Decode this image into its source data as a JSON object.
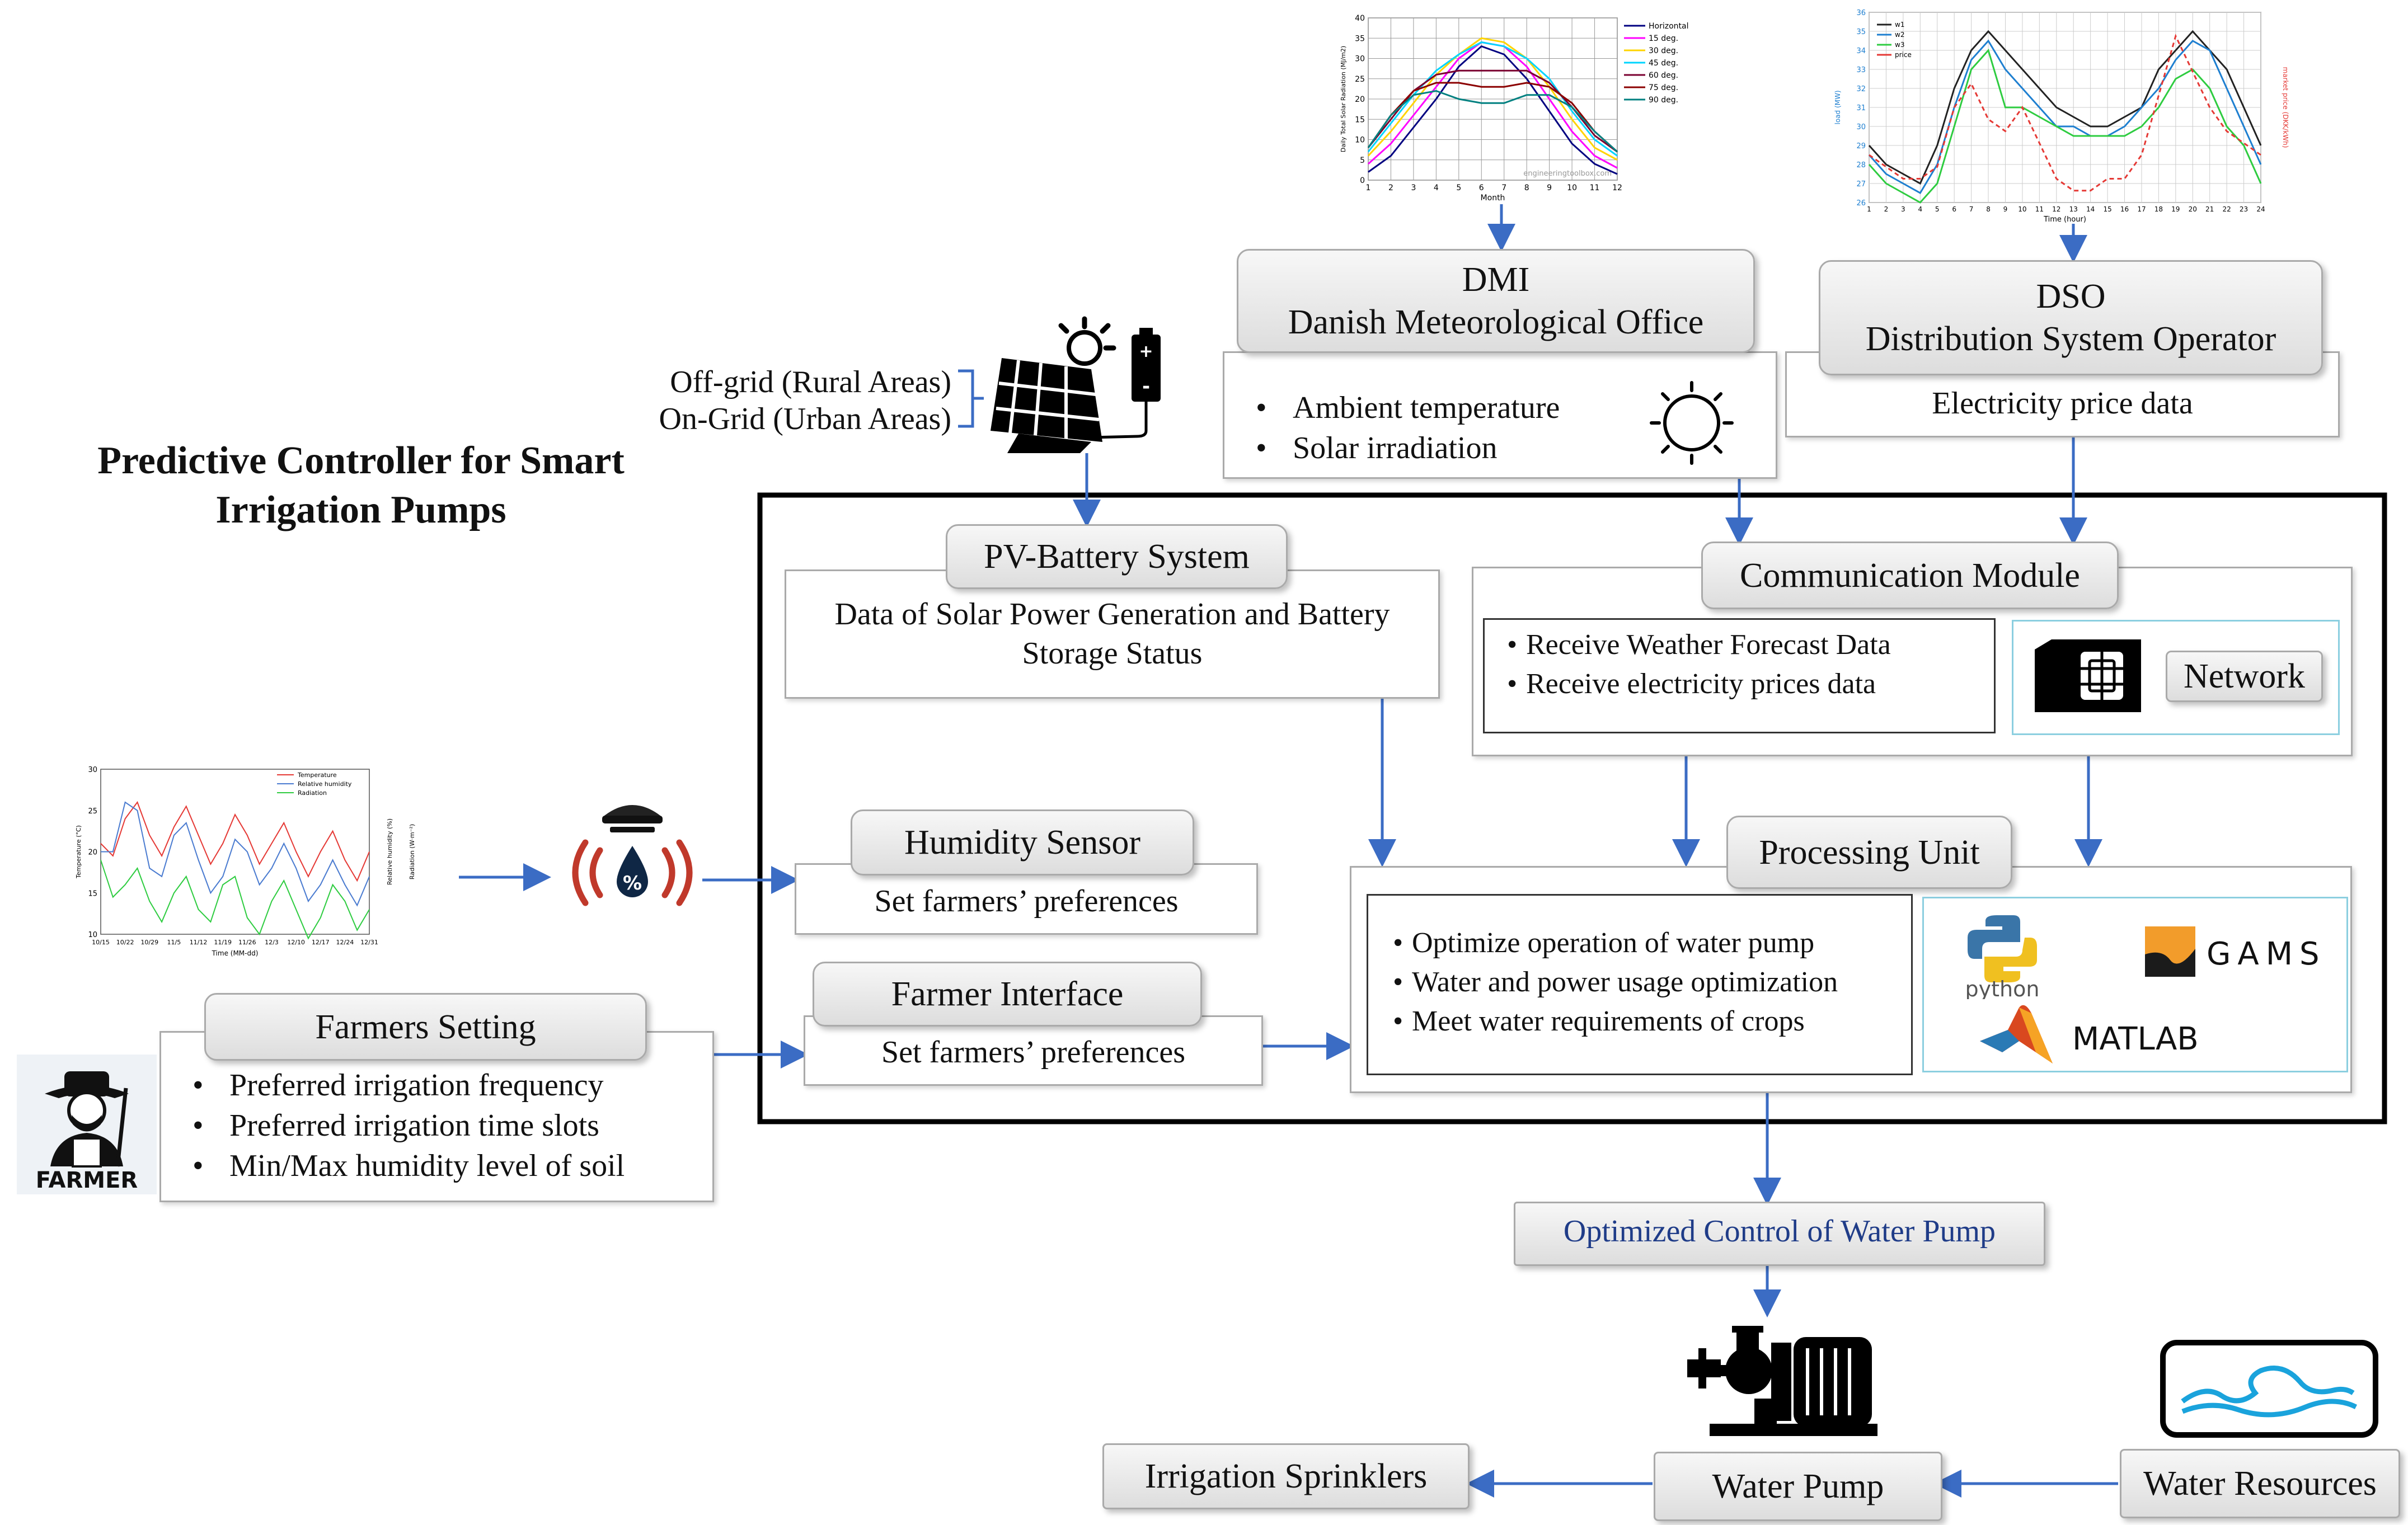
{
  "heading": {
    "line1": "Predictive Controller for Smart",
    "line2": "Irrigation Pumps"
  },
  "grid_modes": {
    "off_grid": "Off-grid (Rural Areas)",
    "on_grid": "On-Grid (Urban Areas)"
  },
  "dmi": {
    "title1": "DMI",
    "title2": "Danish Meteorological Office",
    "items": [
      "Ambient temperature",
      "Solar irradiation"
    ]
  },
  "dso": {
    "title1": "DSO",
    "title2": "Distribution System Operator",
    "text": "Electricity price data"
  },
  "pv": {
    "title": "PV-Battery System",
    "text1": "Data of Solar Power Generation and Battery",
    "text2": "Storage Status"
  },
  "comm": {
    "title": "Communication Module",
    "items": [
      "Receive Weather Forecast Data",
      "Receive electricity prices data"
    ],
    "network": "Network"
  },
  "humidity": {
    "title": "Humidity Sensor",
    "text": "Set farmers’ preferences"
  },
  "farmer_interface": {
    "title": "Farmer Interface",
    "text": "Set farmers’ preferences"
  },
  "processing": {
    "title": "Processing Unit",
    "items": [
      "Optimize operation of water pump",
      "Water and power usage optimization",
      "Meet water requirements of crops"
    ],
    "tools": {
      "python": "python",
      "gams": "GAMS",
      "matlab": "MATLAB"
    }
  },
  "farmers_setting": {
    "title": "Farmers Setting",
    "items": [
      "Preferred irrigation frequency",
      "Preferred irrigation time slots",
      "Min/Max humidity level of soil"
    ],
    "logo": "FARMER"
  },
  "optimized": {
    "text": "Optimized Control of Water Pump"
  },
  "pump": {
    "label": "Water Pump"
  },
  "sprinklers": {
    "label": "Irrigation Sprinklers"
  },
  "resources": {
    "label": "Water Resources"
  },
  "colors": {
    "arrow": "#3b6cc4",
    "frame": "#000000",
    "box_border": "#aaaaaa",
    "accent_blue": "#1f3c88"
  },
  "chart_data": [
    {
      "type": "line",
      "xlabel": "Month",
      "ylabel": "Daily Total Solar Radiation (MJ/m2)",
      "categories": [
        "1",
        "2",
        "3",
        "4",
        "5",
        "6",
        "7",
        "8",
        "9",
        "10",
        "11",
        "12"
      ],
      "ylim": [
        0,
        40
      ],
      "yticks": [
        "0",
        "5",
        "10",
        "15",
        "20",
        "25",
        "30",
        "35",
        "40"
      ],
      "watermark": "engineeringtoolbox.com",
      "series": [
        {
          "name": "Horizontal",
          "values": [
            2,
            6,
            13,
            20,
            28,
            33,
            31,
            25,
            17,
            9,
            4,
            1.5
          ]
        },
        {
          "name": "15 deg.",
          "values": [
            4,
            9,
            16,
            23,
            30,
            34,
            33,
            28,
            20,
            12,
            6,
            3
          ]
        },
        {
          "name": "30 deg.",
          "values": [
            6,
            12,
            19,
            26,
            31,
            35,
            34,
            30,
            23,
            15,
            8,
            5
          ]
        },
        {
          "name": "45 deg.",
          "values": [
            7,
            14,
            21,
            27,
            31,
            34,
            33,
            30,
            25,
            17,
            10,
            6
          ]
        },
        {
          "name": "60 deg.",
          "values": [
            8,
            15,
            22,
            26,
            27,
            27,
            27,
            27,
            24,
            18,
            11,
            7
          ]
        },
        {
          "name": "75 deg.",
          "values": [
            8,
            16,
            22,
            24,
            24,
            23,
            23,
            24,
            23,
            19,
            12,
            7
          ]
        },
        {
          "name": "90 deg.",
          "values": [
            8,
            16,
            21,
            22,
            20,
            19,
            19,
            21,
            21,
            18,
            12,
            7
          ]
        }
      ]
    },
    {
      "type": "line",
      "xlabel": "Time (hour)",
      "ylabel": "load (MW)",
      "y2label": "market price (DKK/kWh)",
      "x": [
        1,
        2,
        3,
        4,
        5,
        6,
        7,
        8,
        9,
        10,
        11,
        12,
        13,
        14,
        15,
        16,
        17,
        18,
        19,
        20,
        21,
        22,
        23,
        24
      ],
      "yticks": [
        "26",
        "27",
        "28",
        "29",
        "30",
        "31",
        "32",
        "33",
        "34",
        "35",
        "36"
      ],
      "series": [
        {
          "name": "w1",
          "values": [
            29,
            28,
            27.5,
            27,
            29,
            32,
            34,
            35,
            34,
            33,
            32,
            31,
            30.5,
            30,
            30,
            30.5,
            31,
            33,
            34,
            35,
            34,
            33,
            31,
            29
          ]
        },
        {
          "name": "w2",
          "values": [
            28.5,
            27.5,
            27,
            26.5,
            28,
            31,
            33.5,
            34.5,
            33,
            32,
            31,
            30,
            30,
            29.5,
            29.5,
            30,
            31,
            32,
            33.5,
            34.5,
            34,
            32,
            30,
            28
          ]
        },
        {
          "name": "w3",
          "values": [
            28,
            27,
            26.5,
            26,
            27,
            30,
            33,
            34,
            31,
            31,
            30.5,
            30,
            29.5,
            29.5,
            29.5,
            29.5,
            30,
            31,
            32.5,
            33,
            32,
            30,
            29,
            27
          ]
        },
        {
          "name": "price",
          "values": [
            2.8,
            2.7,
            2.6,
            2.6,
            2.7,
            3.2,
            3.4,
            3.1,
            3.0,
            3.2,
            2.9,
            2.6,
            2.5,
            2.5,
            2.6,
            2.6,
            2.8,
            3.3,
            3.8,
            3.5,
            3.2,
            3.0,
            2.9,
            2.8
          ]
        }
      ]
    },
    {
      "type": "line",
      "xlabel": "Time (MM-dd)",
      "ylabel": "Temperature (°C)",
      "y2label": "Relative humidity (%)",
      "y3label": "Radiation (W·m⁻²)",
      "categories": [
        "10/15",
        "10/22",
        "10/29",
        "11/5",
        "11/12",
        "11/19",
        "11/26",
        "12/3",
        "12/10",
        "12/17",
        "12/24",
        "12/31"
      ],
      "yticks": [
        "10",
        "15",
        "20",
        "25",
        "30"
      ],
      "series": [
        {
          "name": "Temperature",
          "values": [
            21,
            24,
            22,
            23,
            22,
            21,
            22,
            21,
            20,
            20,
            19,
            20
          ]
        },
        {
          "name": "Relative humidity",
          "values": [
            20,
            26,
            18,
            22,
            19,
            17,
            20,
            18,
            18,
            16,
            16,
            17
          ]
        },
        {
          "name": "Radiation",
          "values": [
            19,
            16,
            14,
            15,
            13,
            16,
            12,
            14,
            13,
            12,
            14,
            13
          ]
        }
      ]
    }
  ]
}
